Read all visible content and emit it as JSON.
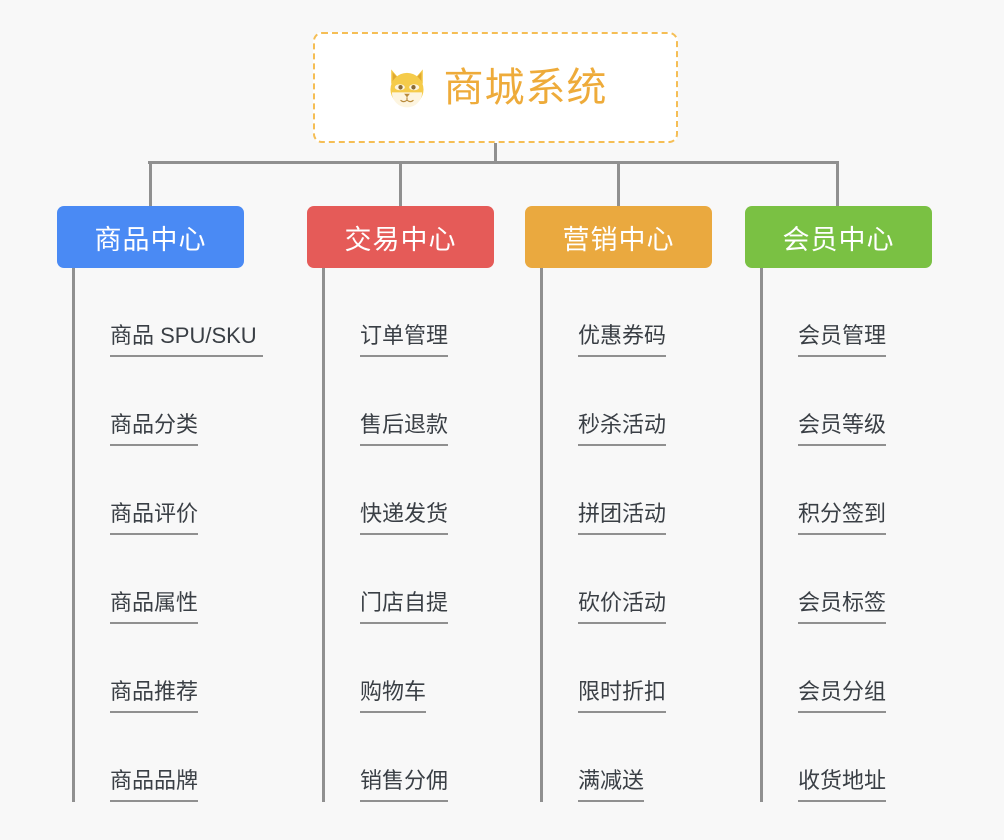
{
  "background_color": "#f8f8f8",
  "root": {
    "title": "商城系统",
    "icon": "shiba-dog-face-emoji",
    "text_color": "#eeab3a",
    "border_color": "#f5be55",
    "fill_color": "#ffffff"
  },
  "connector_color": "#909090",
  "columns": [
    {
      "id": "product-center",
      "header": "商品中心",
      "color": "#4a8af4",
      "items": [
        "商品 SPU/SKU",
        "商品分类",
        "商品评价",
        "商品属性",
        "商品推荐",
        "商品品牌"
      ]
    },
    {
      "id": "trade-center",
      "header": "交易中心",
      "color": "#e55b58",
      "items": [
        "订单管理",
        "售后退款",
        "快递发货",
        "门店自提",
        "购物车",
        "销售分佣"
      ]
    },
    {
      "id": "marketing-center",
      "header": "营销中心",
      "color": "#eaa93f",
      "items": [
        "优惠券码",
        "秒杀活动",
        "拼团活动",
        "砍价活动",
        "限时折扣",
        "满减送"
      ]
    },
    {
      "id": "member-center",
      "header": "会员中心",
      "color": "#7ac143",
      "items": [
        "会员管理",
        "会员等级",
        "积分签到",
        "会员标签",
        "会员分组",
        "收货地址"
      ]
    }
  ]
}
